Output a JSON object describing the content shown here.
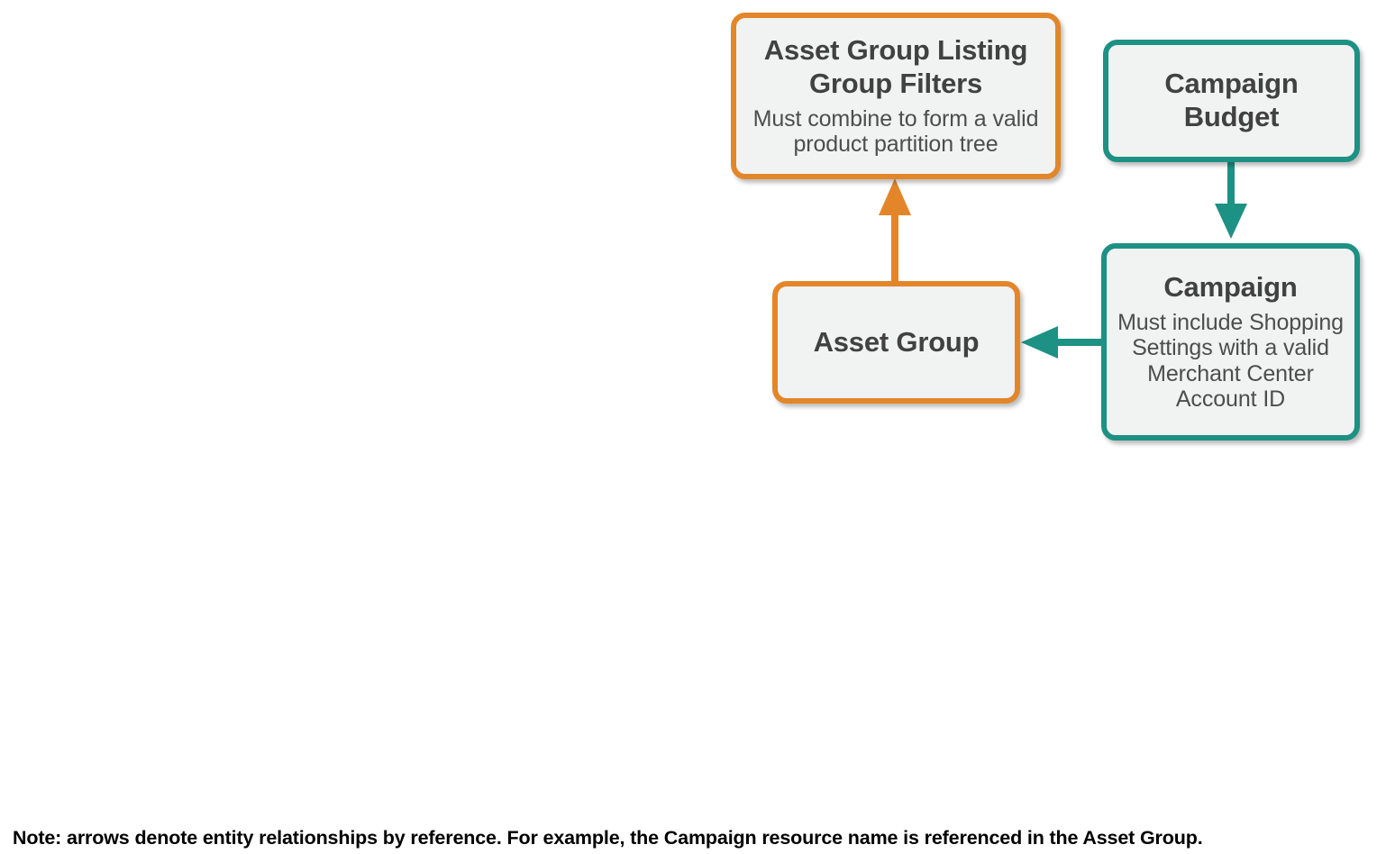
{
  "diagram": {
    "type": "entity-relationship",
    "colors": {
      "orange": "#e3862a",
      "teal": "#1d9183",
      "node_fill": "#f1f2f2",
      "title_text": "#414141",
      "body_text": "#4d4d4d",
      "note_text": "#000000",
      "background": "#ffffff"
    },
    "nodes": [
      {
        "id": "asset-group-listing-group-filters",
        "title": "Asset Group Listing Group Filters",
        "description": "Must combine to form a valid product partition tree",
        "color": "orange"
      },
      {
        "id": "campaign-budget",
        "title": "Campaign Budget",
        "description": "",
        "color": "teal"
      },
      {
        "id": "asset-group",
        "title": "Asset Group",
        "description": "",
        "color": "orange"
      },
      {
        "id": "campaign",
        "title": "Campaign",
        "description": "Must include Shopping Settings with a valid Merchant Center Account ID",
        "color": "teal"
      }
    ],
    "edges": [
      {
        "id": "asset-group-to-listing-group-filters",
        "from": "asset-group",
        "to": "asset-group-listing-group-filters",
        "direction": "up",
        "color": "orange"
      },
      {
        "id": "campaign-budget-to-campaign",
        "from": "campaign-budget",
        "to": "campaign",
        "direction": "down",
        "color": "teal"
      },
      {
        "id": "campaign-to-asset-group",
        "from": "campaign",
        "to": "asset-group",
        "direction": "left",
        "color": "teal"
      }
    ],
    "note": "Note: arrows denote entity relationships by reference. For example, the Campaign resource name is referenced in the Asset Group."
  }
}
